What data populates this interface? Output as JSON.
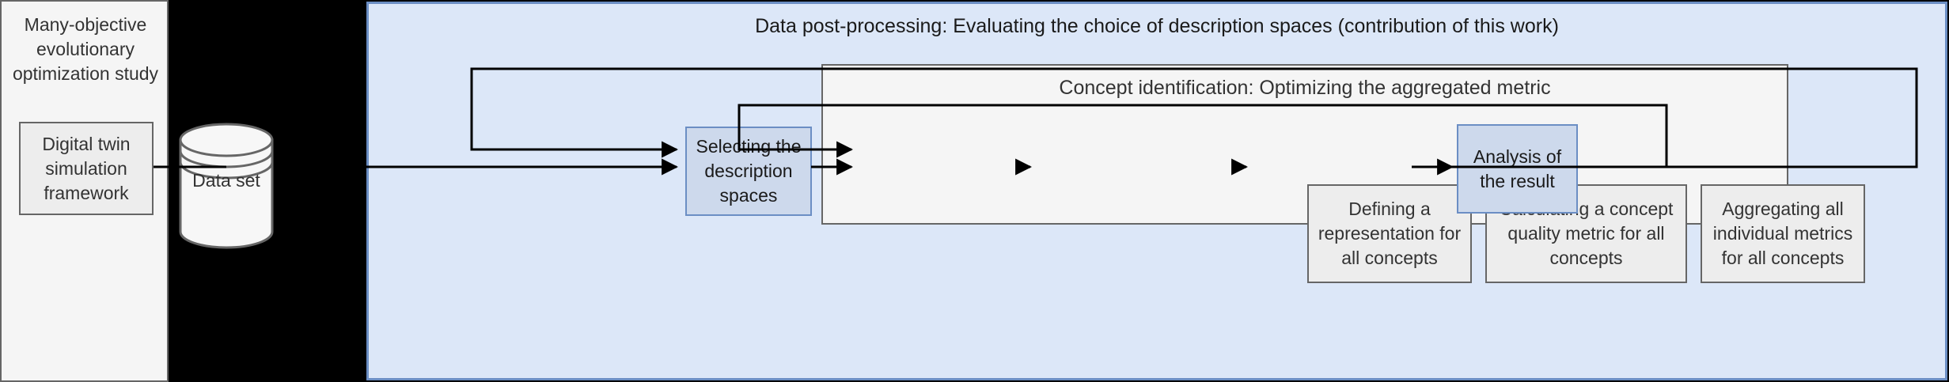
{
  "diagram": {
    "type": "flowchart",
    "title": "Data post-processing pipeline for evaluating description spaces"
  },
  "study_panel": {
    "title": "Many-objective\nevolutionary\noptimization study",
    "title_lines": [
      "Many-objective",
      "evolutionary",
      "optimization study"
    ],
    "box": {
      "label": "Digital twin\nsimulation\nframework",
      "label_lines": [
        "Digital twin",
        "simulation",
        "framework"
      ]
    }
  },
  "data_store": {
    "label": "Data set",
    "icon": "database-cylinder-icon"
  },
  "post_panel": {
    "title": "Data post-processing: Evaluating the choice of description spaces (contribution of this work)",
    "selecting_box": {
      "label": "Selecting the\ndescription\nspaces",
      "label_lines": [
        "Selecting the",
        "description",
        "spaces"
      ]
    },
    "analysis_box": {
      "label": "Analysis of\nthe result",
      "label_lines": [
        "Analysis of",
        "the result"
      ]
    },
    "concept_panel": {
      "title": "Concept identification: Optimizing the aggregated metric",
      "steps": [
        {
          "label": "Defining a\nrepresentation for\nall concepts",
          "label_lines": [
            "Defining a",
            "representation for",
            "all concepts"
          ]
        },
        {
          "label": "Calculating a concept\nquality metric for all\nconcepts",
          "label_lines": [
            "Calculating a concept",
            "quality metric for all",
            "concepts"
          ]
        },
        {
          "label": "Aggregating all\nindividual metrics\nfor all concepts",
          "label_lines": [
            "Aggregating all",
            "individual metrics",
            "for all concepts"
          ]
        }
      ]
    }
  },
  "colors": {
    "panel_blue_fill": "#dce7f8",
    "panel_blue_border": "#6b8ec4",
    "box_blue_fill": "#cdd9ec",
    "box_grey_fill": "#ededed",
    "panel_grey_fill": "#f5f5f5",
    "border_grey": "#666666",
    "black_panel": "#000000",
    "text": "#333333",
    "edge": "#000000"
  },
  "edges": [
    {
      "name": "digital-twin-to-data-set",
      "from": "digital-twin",
      "to": "data-set",
      "arrow": false
    },
    {
      "name": "data-set-to-selecting",
      "from": "data-set",
      "to": "selecting-the-description-spaces",
      "arrow": true
    },
    {
      "name": "selecting-to-defining",
      "from": "selecting-the-description-spaces",
      "to": "defining-a-representation",
      "arrow": true
    },
    {
      "name": "defining-to-calculating",
      "from": "defining-a-representation",
      "to": "calculating-a-concept-quality-metric",
      "arrow": true
    },
    {
      "name": "calculating-to-aggregating",
      "from": "calculating-a-concept-quality-metric",
      "to": "aggregating-all-individual-metrics",
      "arrow": true
    },
    {
      "name": "aggregating-to-analysis",
      "from": "aggregating-all-individual-metrics",
      "to": "analysis-of-the-result",
      "arrow": true
    },
    {
      "name": "inner-feedback-loop",
      "from": "aggregating-all-individual-metrics",
      "to": "defining-a-representation",
      "arrow": true
    },
    {
      "name": "outer-feedback-loop",
      "from": "analysis-of-the-result",
      "to": "selecting-the-description-spaces",
      "arrow": true
    }
  ]
}
